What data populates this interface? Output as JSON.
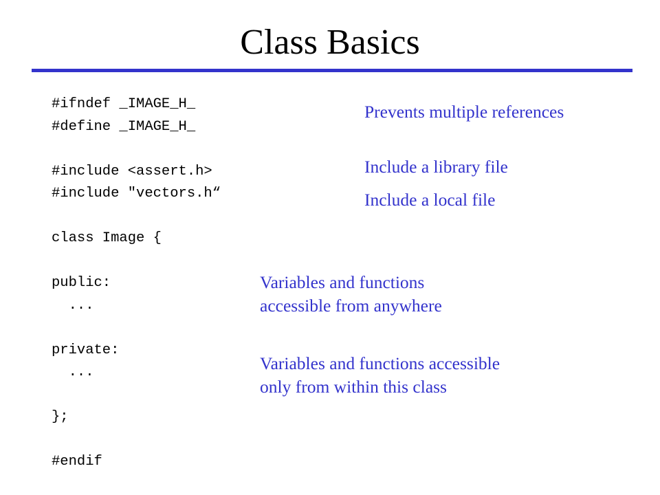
{
  "slide": {
    "title": "Class Basics",
    "rule_color": "#3333cc",
    "accent_color": "#3333cc"
  },
  "code": {
    "lines": [
      "#ifndef _IMAGE_H_",
      "#define _IMAGE_H_",
      "",
      "#include <assert.h>",
      "#include \"vectors.h“",
      "",
      "class Image {",
      "",
      "public:",
      "  ...",
      "",
      "private:",
      "  ...",
      "",
      "};",
      "",
      "#endif"
    ]
  },
  "annotations": {
    "prevents": "Prevents multiple references",
    "library": "Include a library file",
    "local": "Include a local file",
    "public": [
      "Variables and functions",
      "accessible from anywhere"
    ],
    "private": [
      "Variables and functions accessible",
      "only from within this class"
    ]
  }
}
